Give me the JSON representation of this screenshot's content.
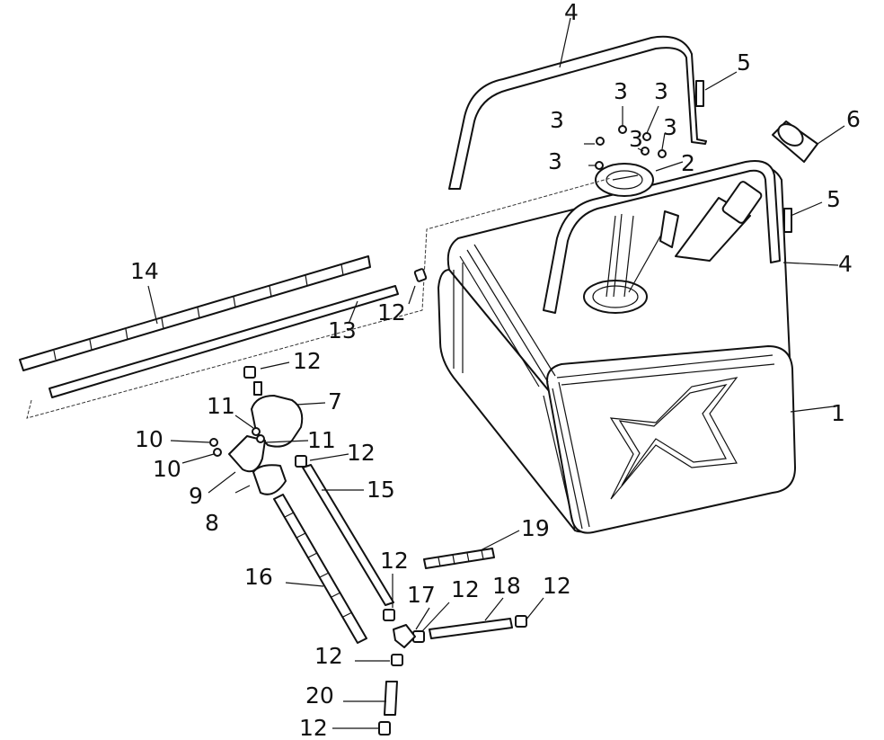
{
  "callouts": [
    {
      "id": "c1",
      "text": "1"
    },
    {
      "id": "c2",
      "text": "2"
    },
    {
      "id": "c3a",
      "text": "3"
    },
    {
      "id": "c3b",
      "text": "3"
    },
    {
      "id": "c3c",
      "text": "3"
    },
    {
      "id": "c3d",
      "text": "3"
    },
    {
      "id": "c3e",
      "text": "3"
    },
    {
      "id": "c3f",
      "text": "3"
    },
    {
      "id": "c4a",
      "text": "4"
    },
    {
      "id": "c4b",
      "text": "4"
    },
    {
      "id": "c5a",
      "text": "5"
    },
    {
      "id": "c5b",
      "text": "5"
    },
    {
      "id": "c6",
      "text": "6"
    },
    {
      "id": "c7",
      "text": "7"
    },
    {
      "id": "c8",
      "text": "8"
    },
    {
      "id": "c9",
      "text": "9"
    },
    {
      "id": "c10a",
      "text": "10"
    },
    {
      "id": "c10b",
      "text": "10"
    },
    {
      "id": "c11a",
      "text": "11"
    },
    {
      "id": "c11b",
      "text": "11"
    },
    {
      "id": "c12a",
      "text": "12"
    },
    {
      "id": "c12b",
      "text": "12"
    },
    {
      "id": "c12c",
      "text": "12"
    },
    {
      "id": "c12d",
      "text": "12"
    },
    {
      "id": "c12e",
      "text": "12"
    },
    {
      "id": "c12f",
      "text": "12"
    },
    {
      "id": "c12g",
      "text": "12"
    },
    {
      "id": "c12h",
      "text": "12"
    },
    {
      "id": "c13",
      "text": "13"
    },
    {
      "id": "c14",
      "text": "14"
    },
    {
      "id": "c15",
      "text": "15"
    },
    {
      "id": "c16",
      "text": "16"
    },
    {
      "id": "c17",
      "text": "17"
    },
    {
      "id": "c18",
      "text": "18"
    },
    {
      "id": "c19",
      "text": "19"
    },
    {
      "id": "c20",
      "text": "20"
    }
  ]
}
